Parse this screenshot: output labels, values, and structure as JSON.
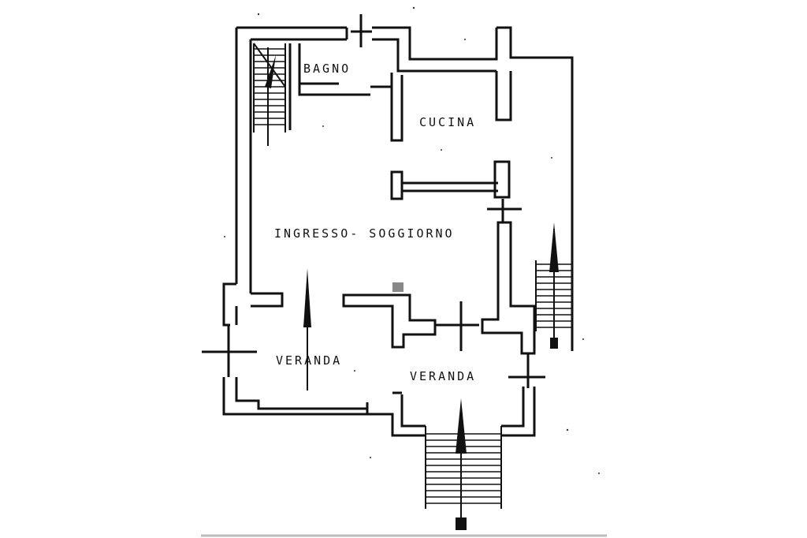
{
  "rooms": {
    "bagno": "BAGNO",
    "cucina": "CUCINA",
    "soggiorno": "INGRESSO- SOGGIORNO",
    "veranda_left": "VERANDA",
    "veranda_right": "VERANDA"
  },
  "colors": {
    "ink": "#111111",
    "paper": "#ffffff",
    "bottom_rule": "#bbbbbb"
  }
}
